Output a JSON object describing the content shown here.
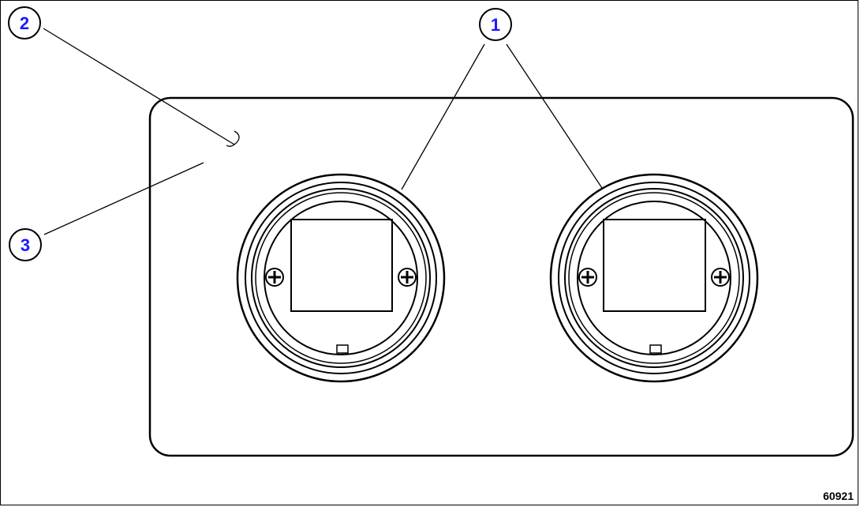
{
  "callouts": [
    {
      "id": "1",
      "text": "1"
    },
    {
      "id": "2",
      "text": "2"
    },
    {
      "id": "3",
      "text": "3"
    }
  ],
  "figure_id": "60921",
  "colors": {
    "callout_text": "#1a1aff",
    "line": "#000000",
    "background": "#ffffff"
  }
}
